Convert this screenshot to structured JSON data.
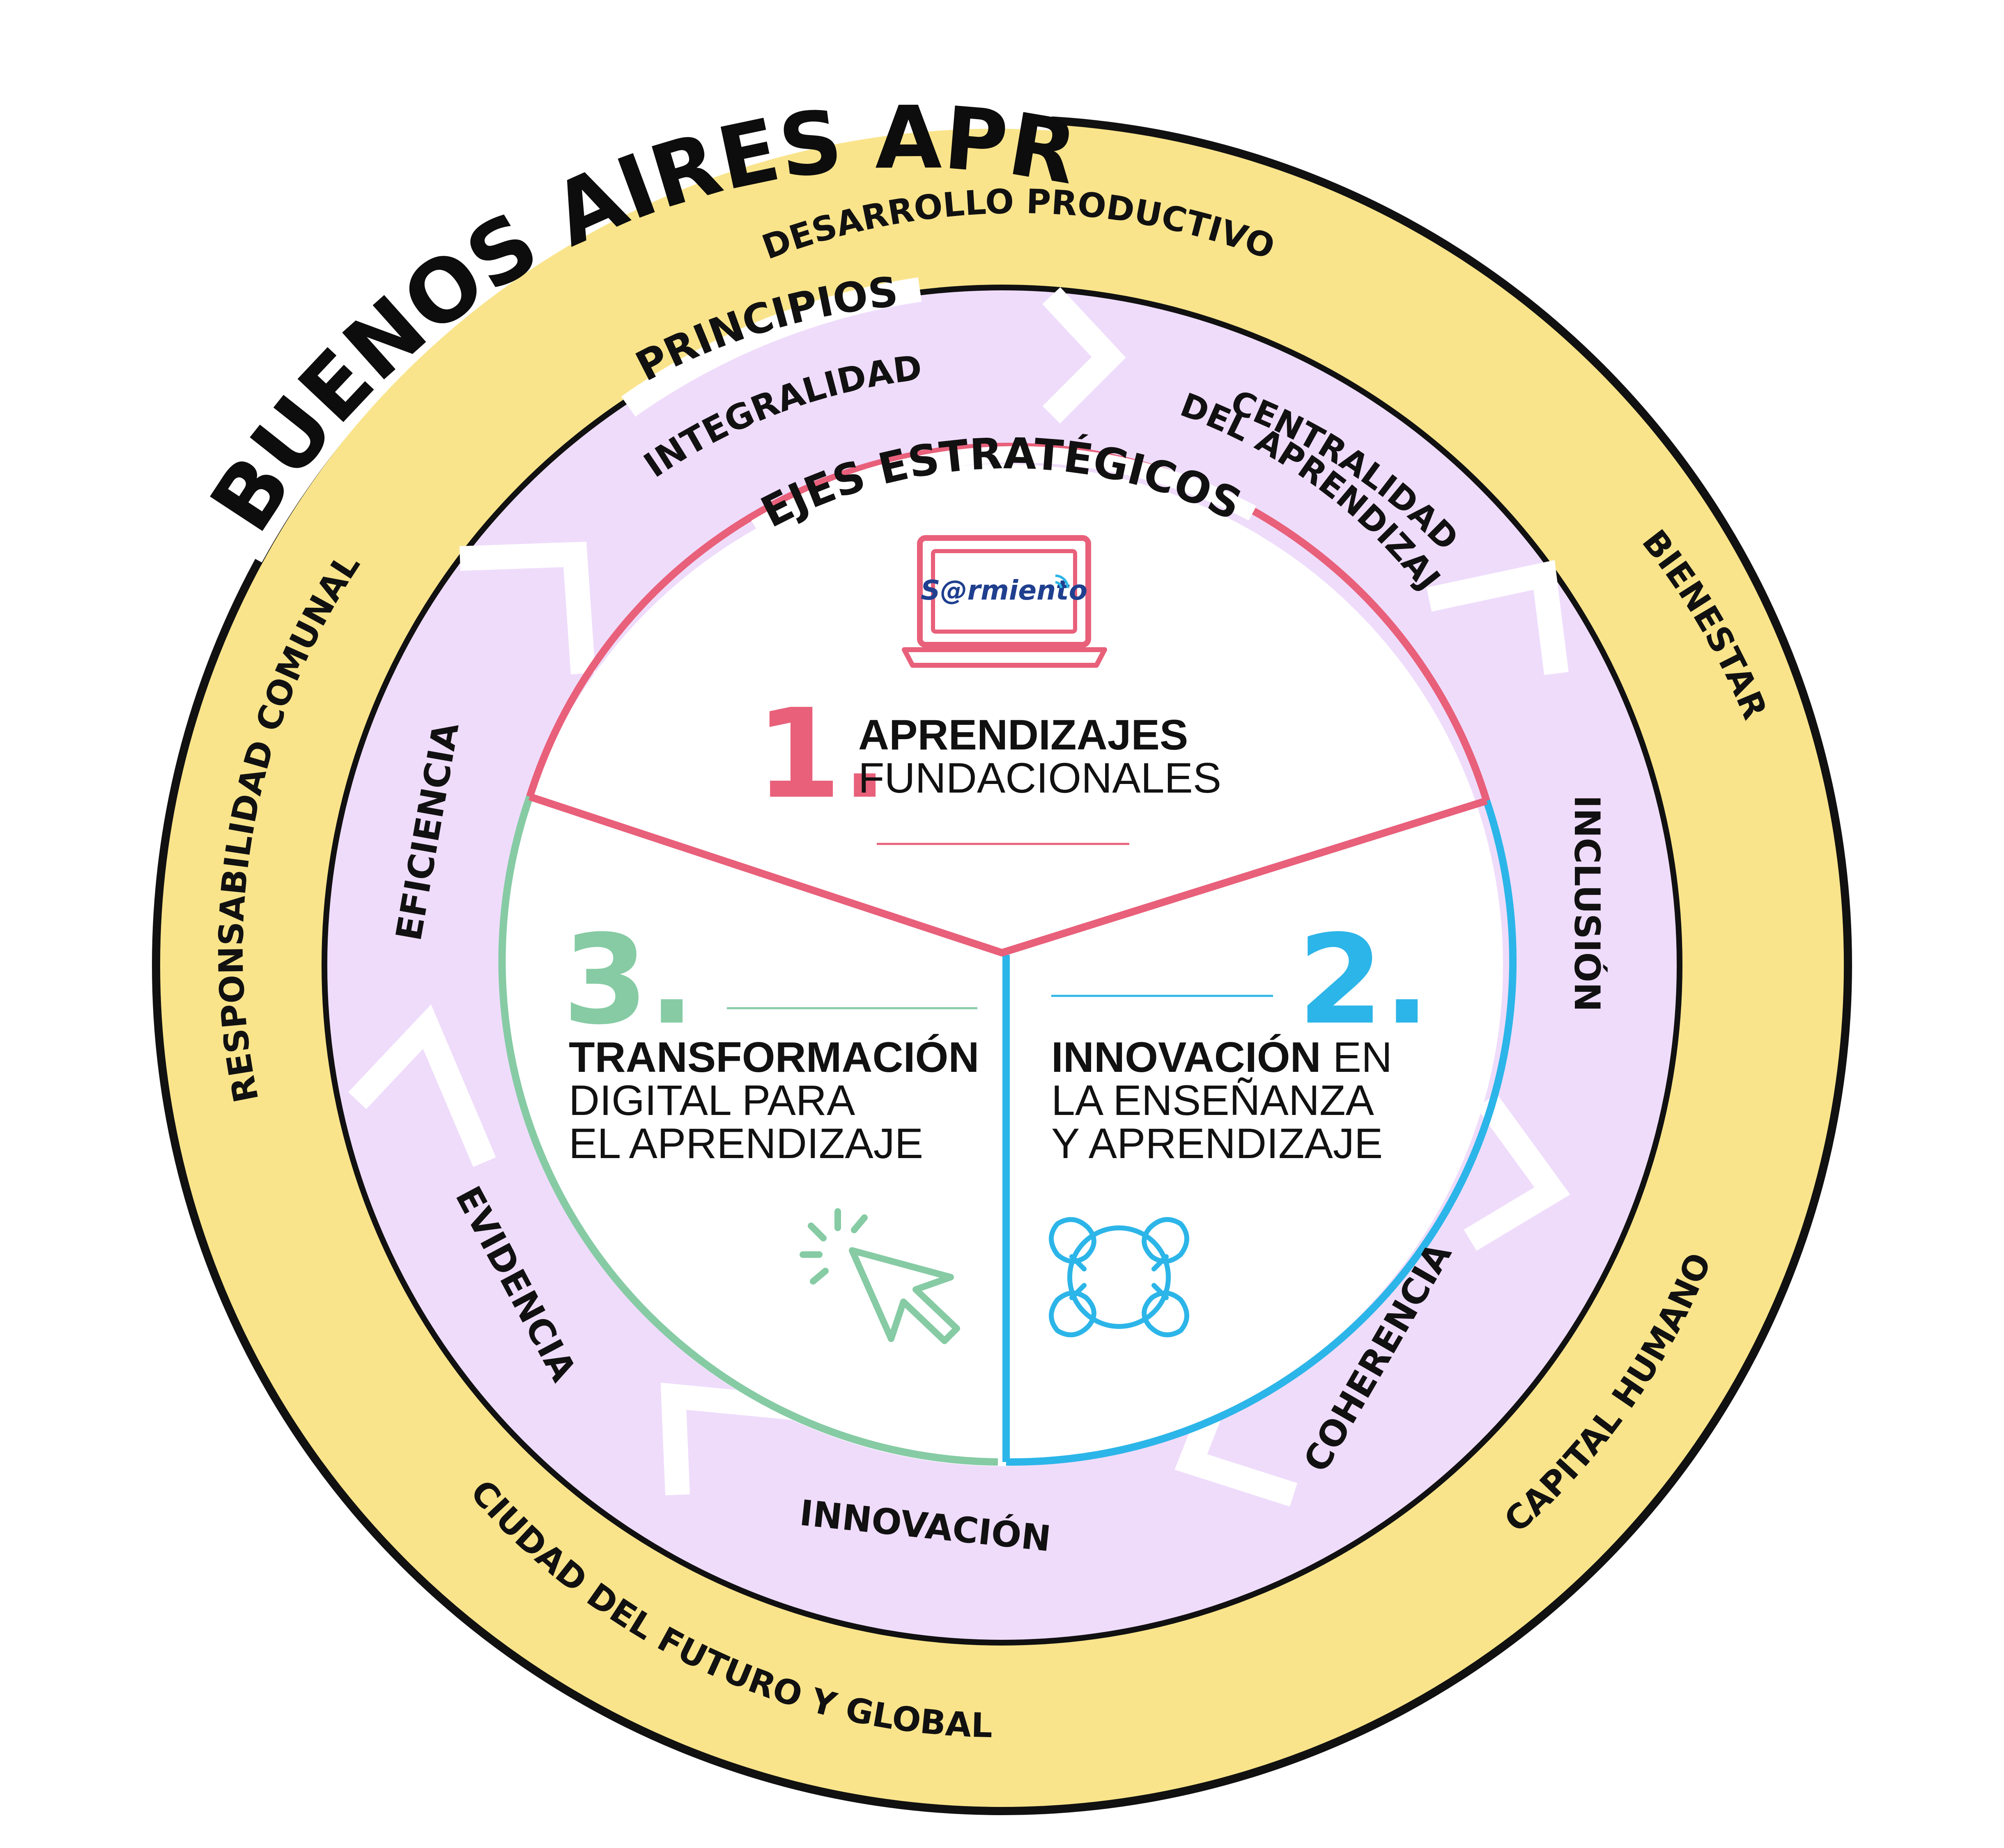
{
  "title": "BUENOS AIRES APRENDE",
  "outer_ring": {
    "items": [
      "DESARROLLO PRODUCTIVO",
      "BIENESTAR",
      "CAPITAL HUMANO",
      "CIUDAD DEL FUTURO Y GLOBAL",
      "RESPONSABILIDAD COMUNAL"
    ]
  },
  "principles": {
    "heading": "PRINCIPIOS",
    "items": [
      "INTEGRALIDAD",
      "CENTRALIDAD",
      "DEL APRENDIZAJE",
      "INCLUSIÓN",
      "COHERENCIA",
      "INNOVACIÓN",
      "EVIDENCIA",
      "EFICIENCIA"
    ]
  },
  "axes": {
    "heading": "EJES ESTRATÉGICOS",
    "axis1": {
      "number": "1.",
      "line1": "APRENDIZAJES",
      "line2": "FUNDACIONALES"
    },
    "axis2": {
      "number": "2.",
      "line1_bold": "INNOVACIÓN",
      "line1_rest": " EN",
      "line2": "LA ENSEÑANZA",
      "line3": "Y APRENDIZAJE"
    },
    "axis3": {
      "number": "3.",
      "line1": "TRANSFORMACIÓN",
      "line2": "DIGITAL PARA",
      "line3": "EL APRENDIZAJE"
    }
  },
  "logo_text": "S@rmiento",
  "icons": [
    "laptop-icon",
    "cursor-click-icon",
    "linked-hands-icon"
  ],
  "colors": {
    "outer_ring": "#fae48b",
    "principles_ring": "#efdcfb",
    "axis1": "#e8607a",
    "axis2": "#2cb5e8",
    "axis3": "#86cba4",
    "outline": "#111111"
  }
}
